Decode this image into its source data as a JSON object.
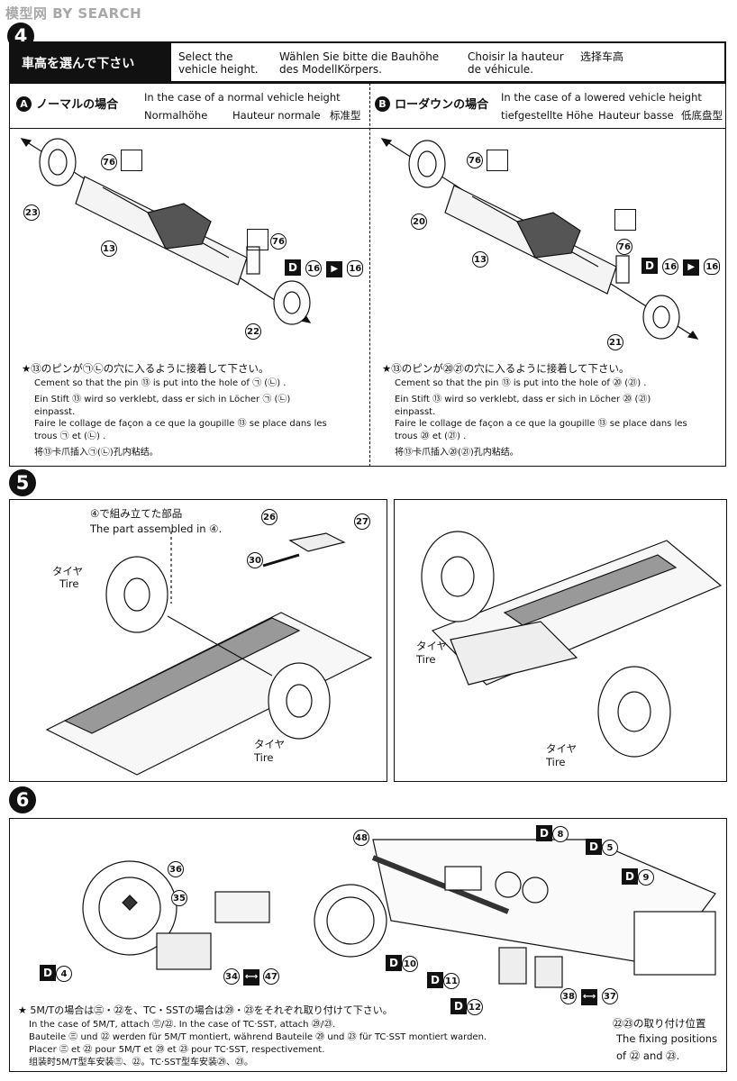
{
  "watermark": "模型网  BY SEARCH",
  "step4": {
    "number": "4",
    "title_jp": "車高を選んで下さい",
    "title_en": "Select the vehicle height.",
    "title_de": "Wählen Sie bitte die Bauhöhe des ModellKörpers.",
    "title_fr": "Choisir la hauteur de véhicule.",
    "title_cn": "选择车高",
    "optionA": {
      "letter": "A",
      "jp": "ノーマルの場合",
      "en": "In the case of a normal vehicle height",
      "de": "Normalhöhe",
      "fr": "Hauteur normale",
      "cn": "标准型",
      "parts": [
        "76",
        "13",
        "23",
        "22",
        "76",
        "16",
        "16"
      ],
      "dlabel": "D",
      "note_jp": "★⑬のピンが㉠㉡の穴に入るように接着して下さい。",
      "note_en": "Cement so that the pin ⑬ is put into the hole of ㉠ (㉡) .",
      "note_de": "Ein Stift ⑬ wird so verklebt, dass er sich in Löcher ㉠ (㉡) einpasst.",
      "note_fr": "Faire le collage de façon a ce que la goupille ⑬ se place dans les trous ㉠ et (㉡) .",
      "note_cn": "将⑬卡爪插入㉠(㉡)孔内粘结。"
    },
    "optionB": {
      "letter": "B",
      "jp": "ローダウンの場合",
      "en": "In the case of a lowered vehicle height",
      "de": "tiefgestellte Höhe",
      "fr": "Hauteur basse",
      "cn": "低底盘型",
      "parts": [
        "76",
        "20",
        "13",
        "76",
        "21",
        "16",
        "16"
      ],
      "dlabel": "D",
      "note_jp": "★⑬のピンが⑳㉑の穴に入るように接着して下さい。",
      "note_en": "Cement so that the pin ⑬ is put into the hole of ⑳ (㉑) .",
      "note_de": "Ein Stift ⑬ wird so verklebt, dass er sich in Löcher ⑳ (㉑) einpasst.",
      "note_fr": "Faire le collage de façon a ce que la goupille ⑬ se place dans les trous ⑳ et (㉑) .",
      "note_cn": "将⑬卡爪插入⑳(㉑)孔内粘结。"
    }
  },
  "step5": {
    "number": "5",
    "assembled_jp": "④で組み立てた部品",
    "assembled_en": "The part assembled in ④.",
    "tire_jp": "タイヤ",
    "tire_en": "Tire",
    "parts": [
      "26",
      "27",
      "30"
    ]
  },
  "step6": {
    "number": "6",
    "parts": [
      "36",
      "35",
      "34",
      "47",
      "48",
      "8",
      "5",
      "9",
      "10",
      "11",
      "12",
      "38",
      "37",
      "4"
    ],
    "dlabel": "D",
    "note_jp": "★ 5M/Tの場合は㊂・㉒を、TC・SSTの場合は㉙・㉓をそれぞれ取り付けて下さい。",
    "note_en": "In the case of 5M/T, attach ㊂/㉒. In the case of TC·SST, attach ㉙/㉓.",
    "note_de": "Bauteile ㊂ und ㉒ werden für 5M/T montiert, während Bauteile ㉙ und ㉓ für TC·SST montiert warden.",
    "note_fr": "Placer ㊂ et ㉒ pour 5M/T et ㉙ et ㉓ pour TC·SST, respectivement.",
    "note_cn": "组装时5M/T型车安装㊂、㉒。TC·SST型车安装㉙、㉓。",
    "fix_jp": "㉒㉓の取り付け位置",
    "fix_en1": "The fixing positions",
    "fix_en2": "of ㉒ and ㉓."
  }
}
